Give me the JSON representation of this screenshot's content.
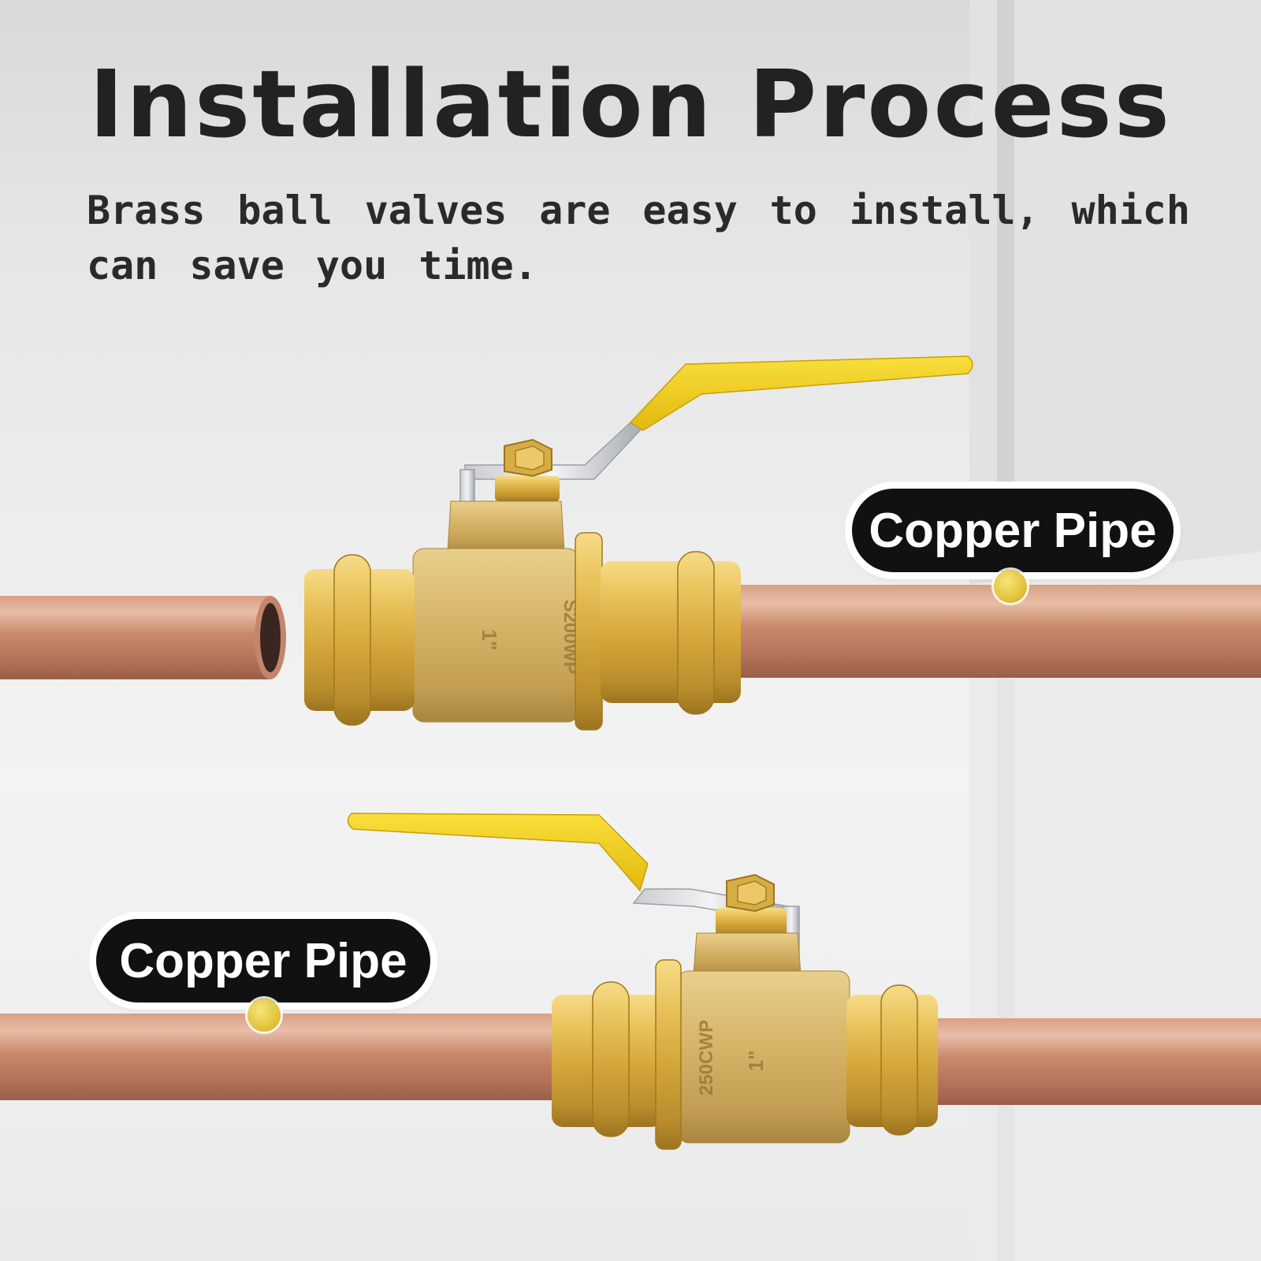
{
  "header": {
    "title": "Installation Process",
    "subtitle": "Brass ball valves are easy to install, which can save you time."
  },
  "callouts": {
    "top": {
      "label": "Copper Pipe"
    },
    "bottom": {
      "label": "Copper Pipe"
    }
  },
  "valves": {
    "top": {
      "body_marking": "S200WP",
      "size_marking": "1\""
    },
    "bottom": {
      "body_marking": "250CWP",
      "size_marking": "1\""
    }
  },
  "colors": {
    "copper": "#c8876a",
    "brass": "#d4a93a",
    "handle": "#f2cf1a",
    "callout_bg": "#111111",
    "marker": "#e3c43c"
  }
}
